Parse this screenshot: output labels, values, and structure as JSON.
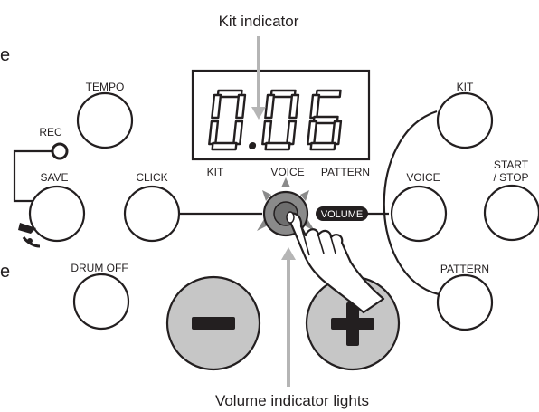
{
  "callouts": {
    "kit_indicator": "Kit indicator",
    "volume_indicator": "Volume indicator lights"
  },
  "display": {
    "digits": [
      "0",
      ".",
      "0",
      "6"
    ],
    "labels": [
      "KIT",
      "VOICE",
      "PATTERN"
    ]
  },
  "buttons": {
    "tempo": "TEMPO",
    "rec": "REC",
    "save": "SAVE",
    "click": "CLICK",
    "drum_off": "DRUM OFF",
    "kit": "KIT",
    "voice": "VOICE",
    "start_stop_line1": "START",
    "start_stop_line2": "/ STOP",
    "pattern": "PATTERN",
    "minus": "−",
    "plus": "+"
  },
  "knob": {
    "label": "VOLUME"
  },
  "edge_letters": [
    "e",
    "e"
  ],
  "colors": {
    "pointer": "#b5b5b5",
    "pad_fill": "#c6c6c6",
    "knob": "#8a8a8a",
    "ink": "#231f20"
  }
}
